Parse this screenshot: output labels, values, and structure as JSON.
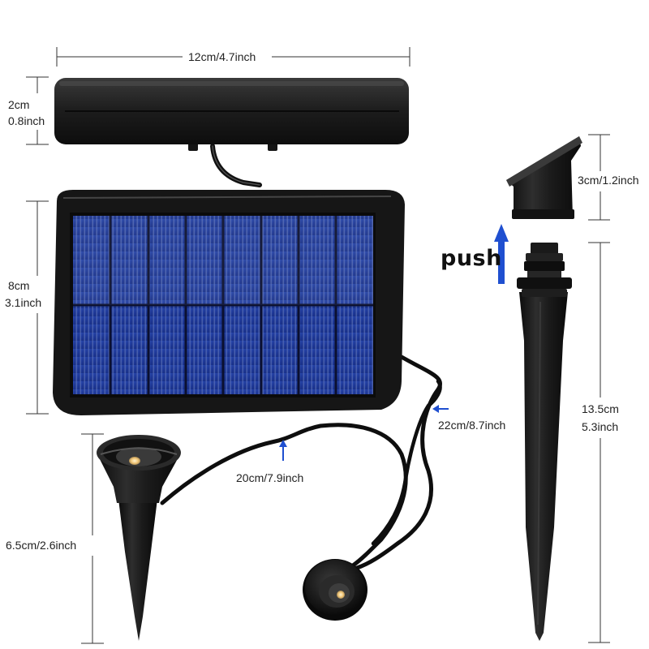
{
  "dimensions": {
    "panel_width": "12cm/4.7inch",
    "panel_thickness_cm": "2cm",
    "panel_thickness_in": "0.8inch",
    "panel_height_cm": "8cm",
    "panel_height_in": "3.1inch",
    "cap_height": "3cm/1.2inch",
    "stake_length_cm": "13.5cm",
    "stake_length_in": "5.3inch",
    "cable_right": "22cm/8.7inch",
    "cable_mid": "20cm/7.9inch",
    "spotlight_height": "6.5cm/2.6inch"
  },
  "push_label": "push",
  "colors": {
    "cell_blue": "#1f3a8f",
    "housing_black": "#1a1a1a",
    "arrow_blue": "#1f4fd0",
    "led_warm": "#f2c879"
  }
}
